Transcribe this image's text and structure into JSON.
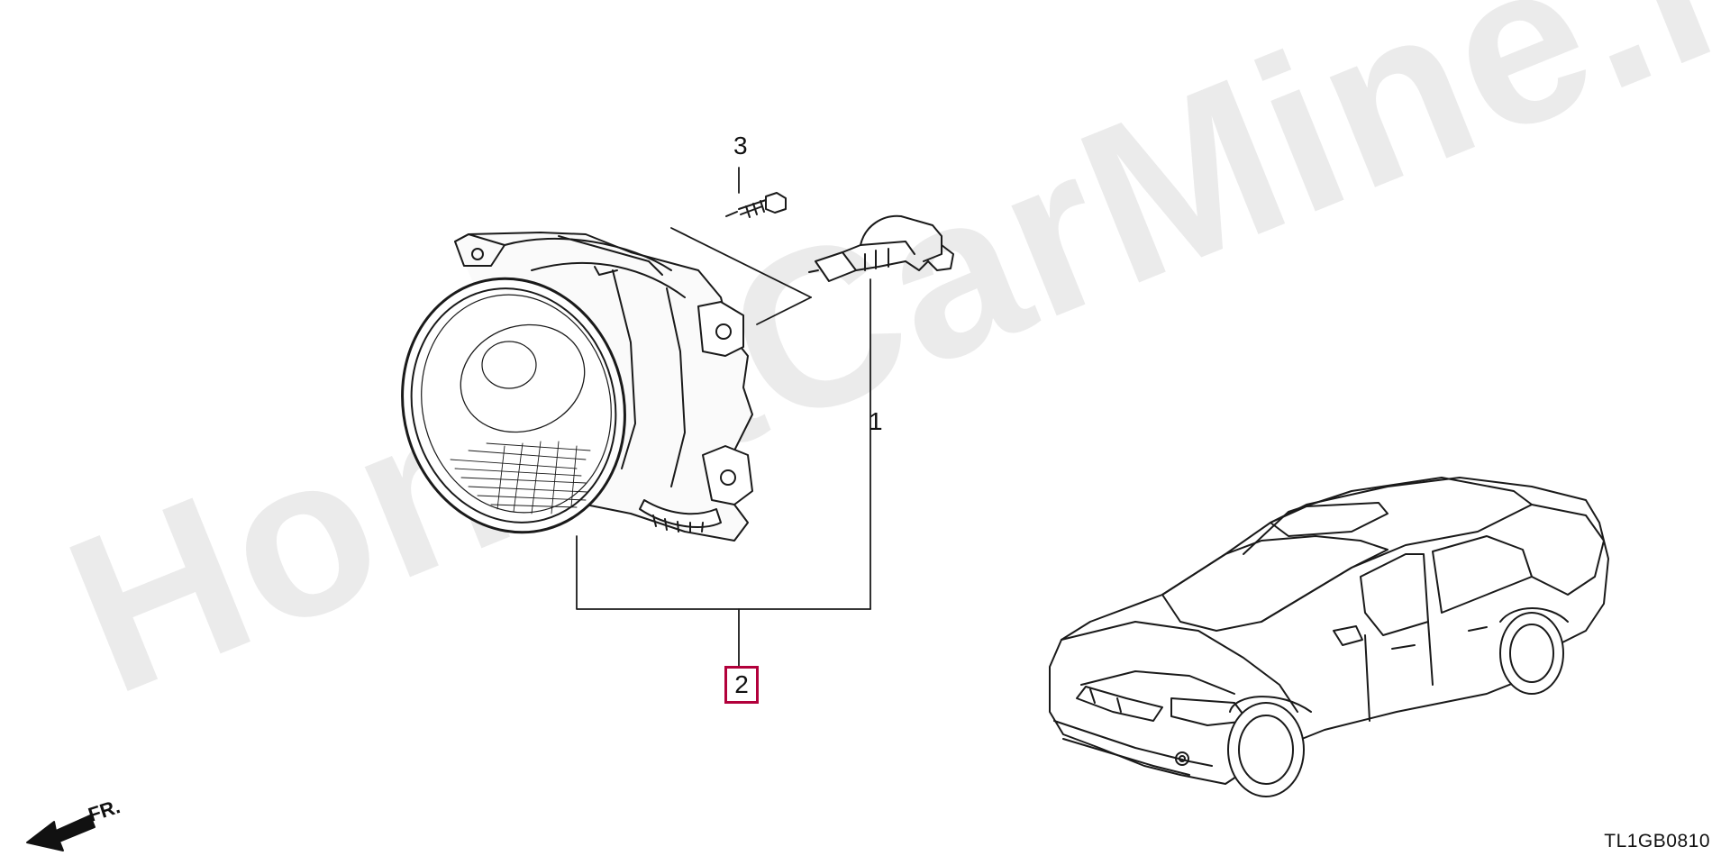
{
  "watermark": "HondaCarMine.ru",
  "callouts": {
    "bolt": "3",
    "bulb": "1",
    "assembly": "2"
  },
  "direction_label": "FR.",
  "diagram_code": "TL1GB0810",
  "colors": {
    "line": "#1a1a1a",
    "watermark": "#ebebeb",
    "highlight": "#b2003b"
  },
  "icons": {
    "front_arrow": "arrow-left-icon"
  }
}
